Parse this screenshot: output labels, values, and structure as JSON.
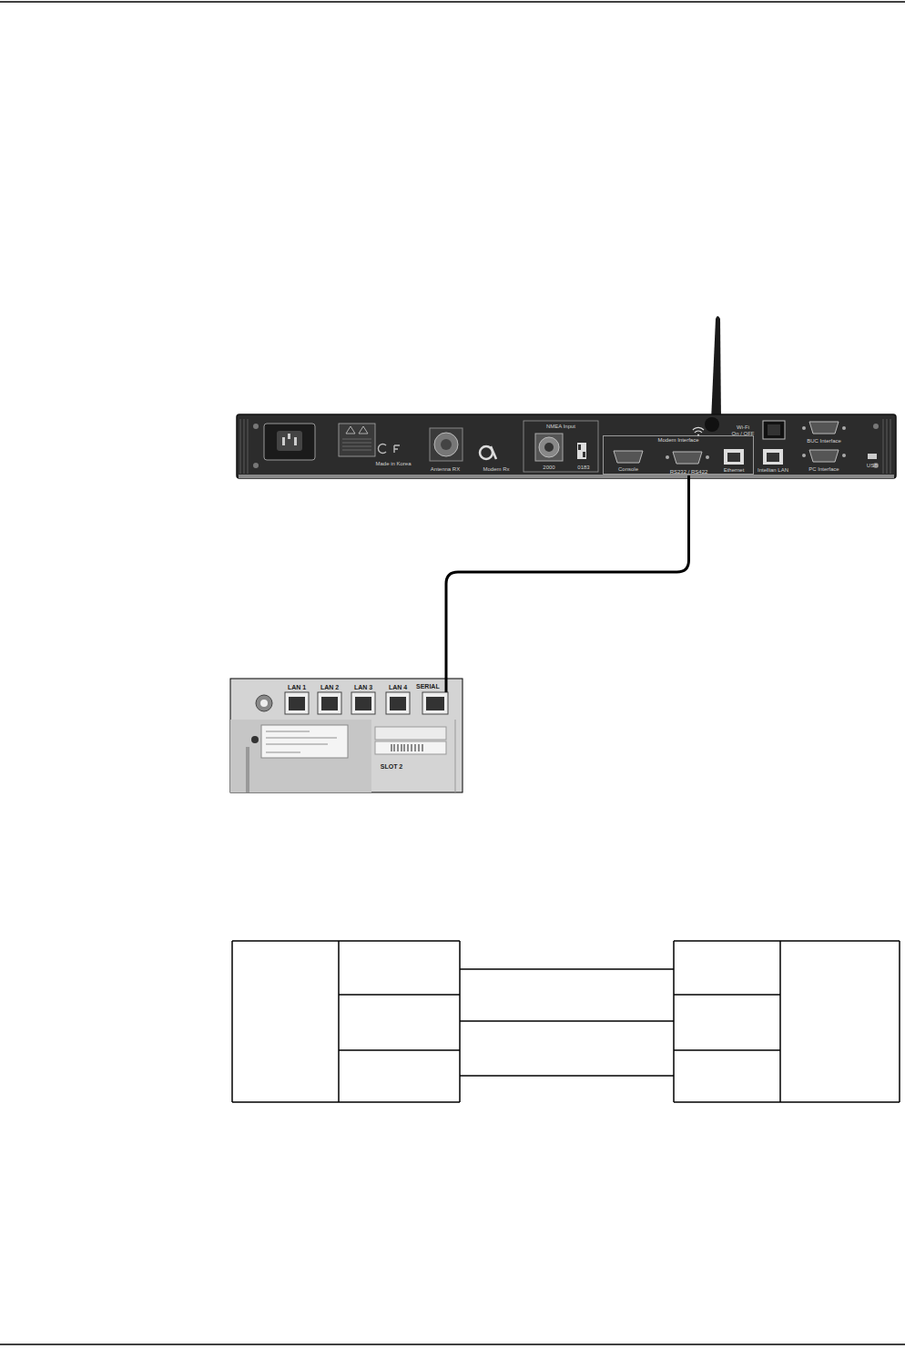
{
  "diagram": {
    "nodes": [
      {
        "text": [
          "Modem Interface"
        ]
      },
      {
        "text": [
          "RS232 / RS422"
        ],
        "in": 0
      },
      {
        "text": [
          "SERIAL"
        ]
      }
    ],
    "edges": [
      {
        "from": 1,
        "to": 2,
        "arrow": "none"
      }
    ],
    "labels": [
      "Made in Korea",
      "Antenna RX",
      "Modem Rx",
      "NMEA Input",
      "2000",
      "0183",
      "Console",
      "Wi-Fi",
      "On / OFF",
      "Ethernet",
      "Intellian LAN",
      "BUC Interface",
      "PC Interface",
      "USB",
      "LAN 1",
      "LAN 2",
      "LAN 3",
      "LAN 4",
      "SLOT 2"
    ]
  }
}
